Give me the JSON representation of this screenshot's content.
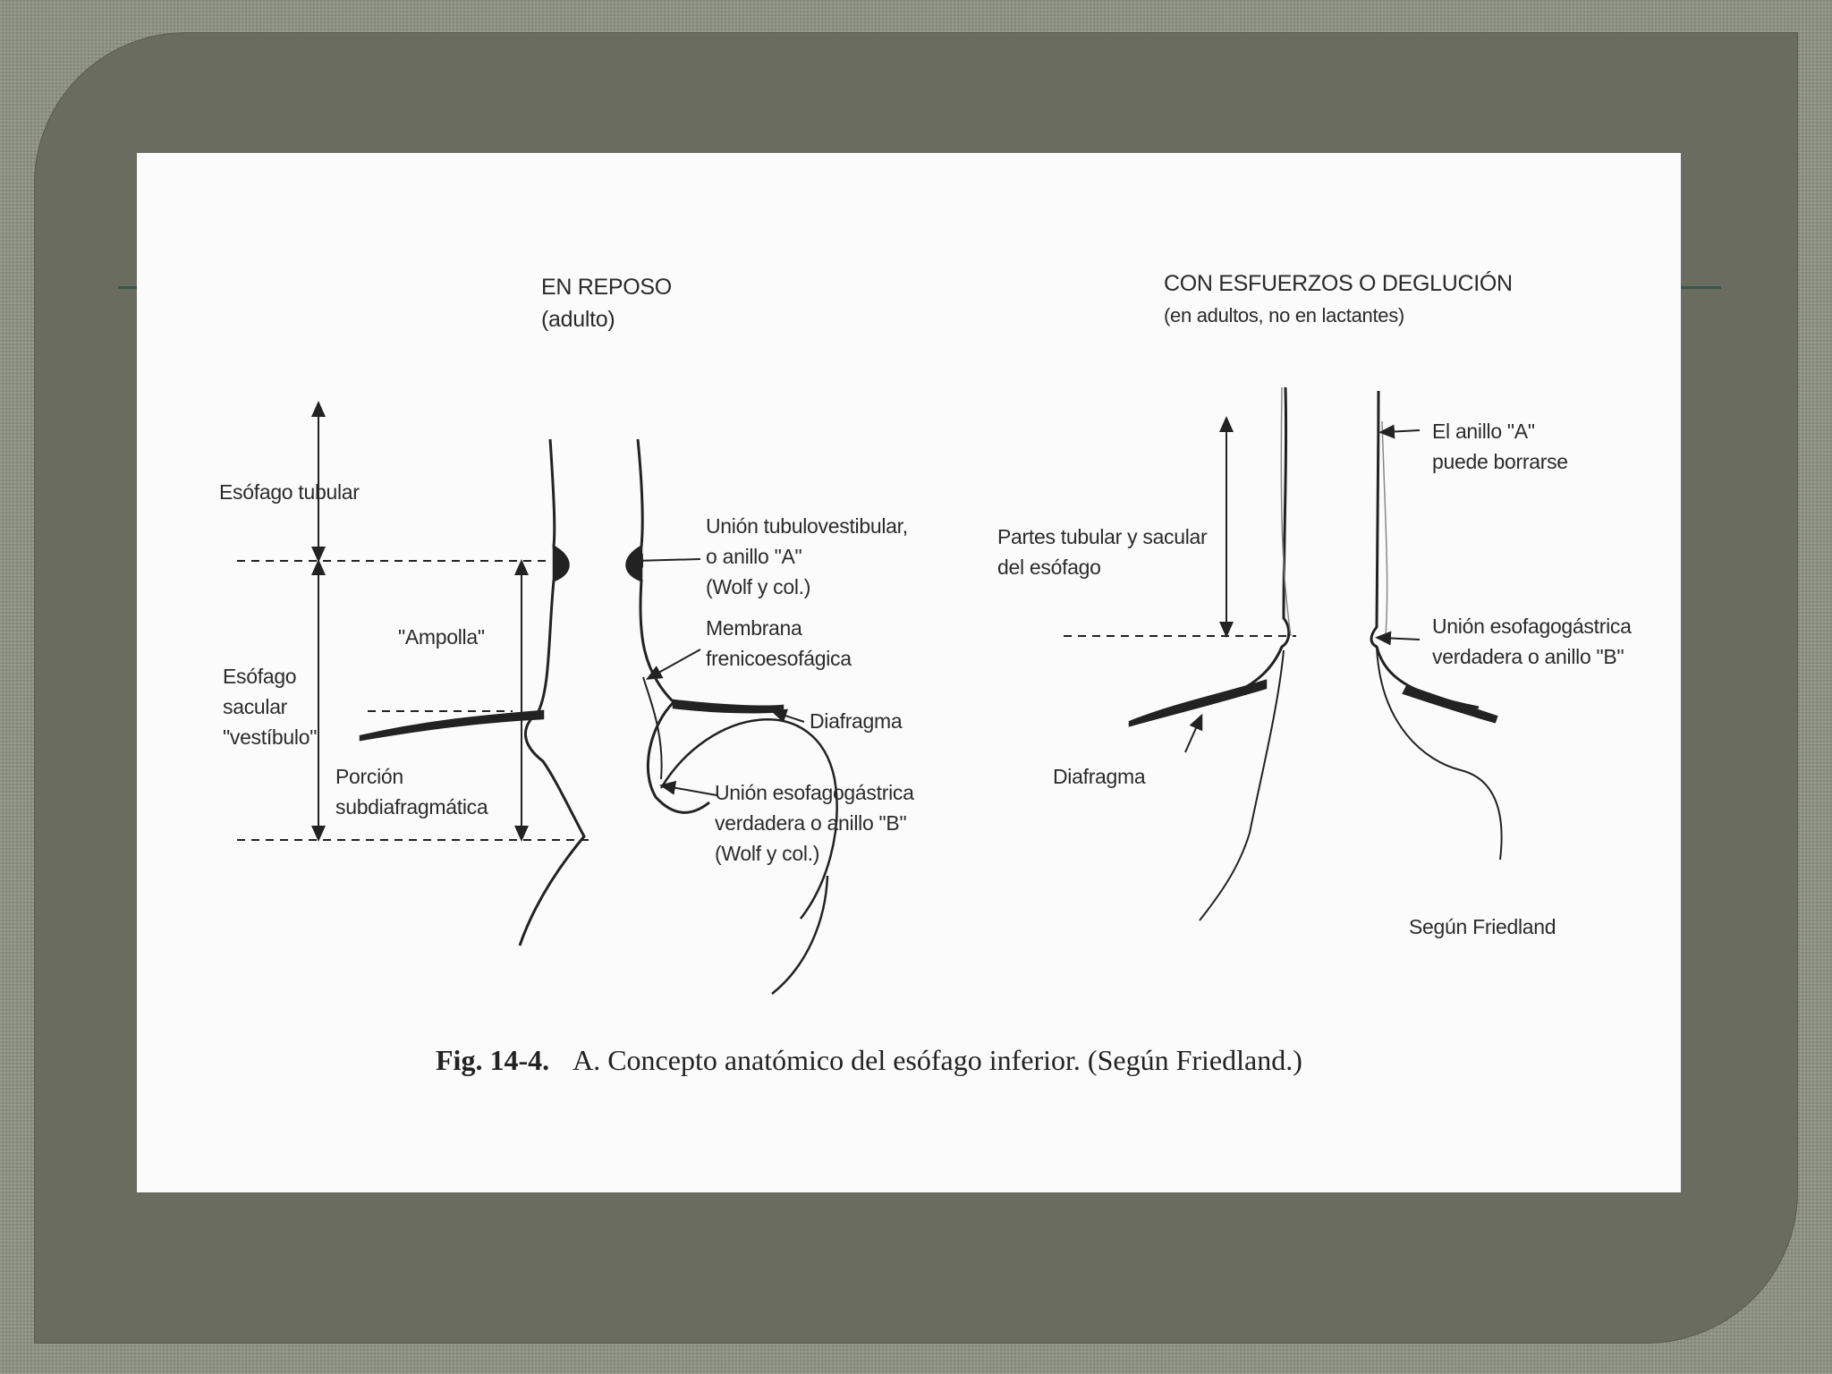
{
  "figure": {
    "left_title": [
      "EN REPOSO",
      "(adulto)"
    ],
    "right_title": [
      "CON ESFUERZOS O DEGLUCIÓN",
      "(en adultos, no en lactantes)"
    ],
    "left_labels": {
      "esofago_tubular": "Esófago tubular",
      "ampolla": "\"Ampolla\"",
      "esofago_sacular": [
        "Esófago",
        "sacular",
        "\"vestíbulo\""
      ],
      "porcion_subdiafragmatica": [
        "Porción",
        "subdiafragmática"
      ],
      "union_tubulovestibular": [
        "Unión tubulovestibular,",
        "o anillo \"A\"",
        "(Wolf y col.)"
      ],
      "membrana": [
        "Membrana",
        "frenicoesofágica"
      ],
      "diafragma": "Diafragma",
      "union_esofagogastrica": [
        "Unión esofagogástrica",
        "verdadera o anillo \"B\"",
        "(Wolf y col.)"
      ]
    },
    "right_labels": {
      "anillo_a": [
        "El anillo \"A\"",
        "puede borrarse"
      ],
      "partes": [
        "Partes tubular y sacular",
        "del esófago"
      ],
      "union_esofagogastrica": [
        "Unión esofagogástrica",
        "verdadera o anillo \"B\""
      ],
      "diafragma": "Diafragma",
      "source": "Según Friedland"
    },
    "caption": {
      "number": "Fig. 14-4.",
      "text": "A. Concepto anatómico del esófago inferior. (Según Friedland.)"
    }
  }
}
